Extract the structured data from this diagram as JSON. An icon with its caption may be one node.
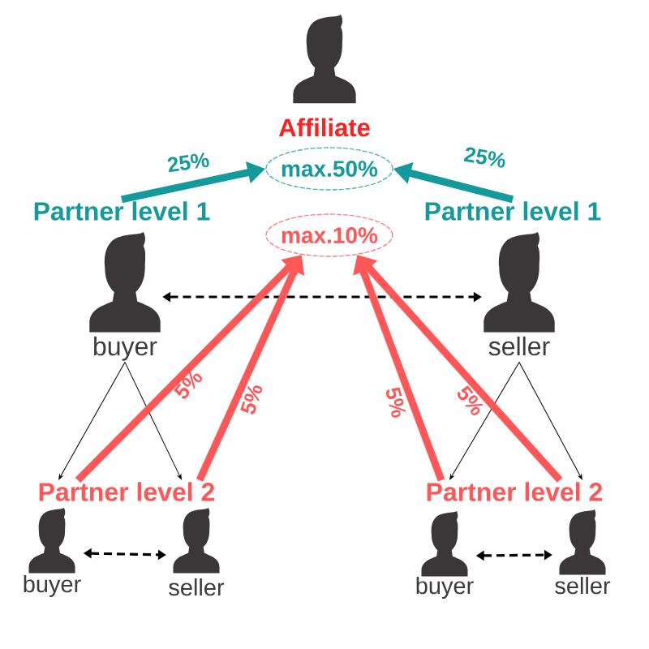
{
  "diagram": {
    "nodes": [
      {
        "text": [
          "Affiliate"
        ]
      },
      {
        "text": [
          "max.50%"
        ]
      },
      {
        "text": [
          "Partner level 1"
        ]
      },
      {
        "text": [
          "Partner level 1"
        ]
      },
      {
        "text": [
          "max.10%"
        ]
      },
      {
        "text": [
          "buyer"
        ]
      },
      {
        "text": [
          "seller"
        ]
      },
      {
        "text": [
          "Partner level 2"
        ]
      },
      {
        "text": [
          "Partner level 2"
        ]
      },
      {
        "text": [
          "buyer"
        ]
      },
      {
        "text": [
          "seller"
        ]
      },
      {
        "text": [
          "buyer"
        ]
      },
      {
        "text": [
          "seller"
        ]
      }
    ],
    "edges": [
      {
        "from": 2,
        "to": 1,
        "arrow": "to",
        "label": "25%",
        "style": "thick",
        "color": "#149a9b"
      },
      {
        "from": 3,
        "to": 1,
        "arrow": "to",
        "label": "25%",
        "style": "thick",
        "color": "#149a9b"
      },
      {
        "from": 5,
        "to": 6,
        "arrow": "both",
        "style": "dashed"
      },
      {
        "from": 5,
        "to": 7,
        "arrow": "to"
      },
      {
        "from": 5,
        "to": 7,
        "arrow": "to"
      },
      {
        "from": 6,
        "to": 8,
        "arrow": "to"
      },
      {
        "from": 6,
        "to": 8,
        "arrow": "to"
      },
      {
        "from": 7,
        "to": 4,
        "arrow": "to",
        "label": "5%",
        "style": "thick",
        "color": "#ff5757"
      },
      {
        "from": 7,
        "to": 4,
        "arrow": "to",
        "label": "5%",
        "style": "thick",
        "color": "#ff5757"
      },
      {
        "from": 8,
        "to": 4,
        "arrow": "to",
        "label": "5%",
        "style": "thick",
        "color": "#ff5757"
      },
      {
        "from": 8,
        "to": 4,
        "arrow": "to",
        "label": "5%",
        "style": "thick",
        "color": "#ff5757"
      },
      {
        "from": 9,
        "to": 10,
        "arrow": "both",
        "style": "dashed"
      },
      {
        "from": 11,
        "to": 12,
        "arrow": "both",
        "style": "dashed"
      }
    ]
  }
}
